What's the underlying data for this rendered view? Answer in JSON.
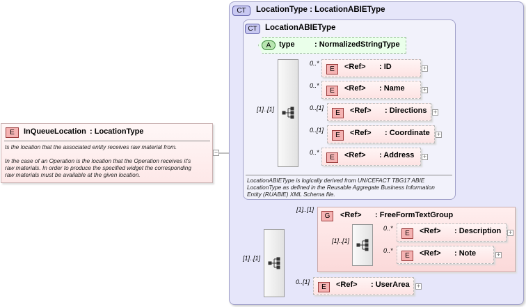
{
  "root": {
    "badge": "E",
    "name": "InQueueLocation",
    "type": ": LocationType",
    "desc1": "Is the location that the associated entity receives raw material from.",
    "desc2a": "In the case of an Operation is the location that the Operation receives it's",
    "desc2b": "raw materials. In order to produce the specified widget the corresponding",
    "desc2c": "raw materials must be available at the given location."
  },
  "outer": {
    "badge": "CT",
    "title": "LocationType : LocationABIEType"
  },
  "inner": {
    "badge": "CT",
    "title": "LocationABIEType",
    "attr_badge": "A",
    "attr_name": "type",
    "attr_type": ": NormalizedStringType",
    "seq_card": "[1]..[1]",
    "note1": "LocationABIEType is logically derived from UN/CEFACT TBG17 ABIE",
    "note2": "LocationType as defined in the Reusable Aggregate Business Information",
    "note3": "Entity (RUABIE) XML Schema file."
  },
  "elements": [
    {
      "badge": "E",
      "ref": "<Ref>",
      "name": ": ID",
      "card": "0..*"
    },
    {
      "badge": "E",
      "ref": "<Ref>",
      "name": ": Name",
      "card": "0..*"
    },
    {
      "badge": "E",
      "ref": "<Ref>",
      "name": ": Directions",
      "card": "0..[1]"
    },
    {
      "badge": "E",
      "ref": "<Ref>",
      "name": ": Coordinate",
      "card": "0..[1]"
    },
    {
      "badge": "E",
      "ref": "<Ref>",
      "name": ": Address",
      "card": "0..*"
    }
  ],
  "group": {
    "badge": "G",
    "ref": "<Ref>",
    "name": ": FreeFormTextGroup",
    "card": "[1]..[1]",
    "seq_card": "[1]..[1]",
    "items": [
      {
        "badge": "E",
        "ref": "<Ref>",
        "name": ": Description",
        "card": "0..*"
      },
      {
        "badge": "E",
        "ref": "<Ref>",
        "name": ": Note",
        "card": "0..*"
      }
    ]
  },
  "outer_seq_card": "[1]..[1]",
  "userarea": {
    "badge": "E",
    "ref": "<Ref>",
    "name": ": UserArea",
    "card": "0..[1]"
  },
  "plus_glyph": "+",
  "minus_glyph": "−"
}
